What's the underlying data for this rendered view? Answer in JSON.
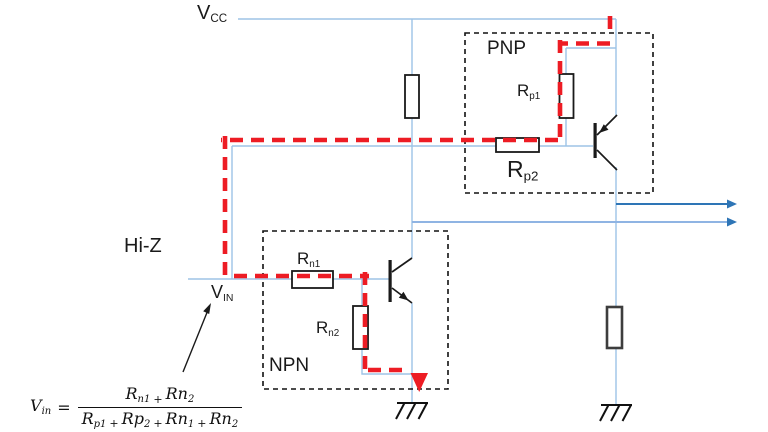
{
  "labels": {
    "vcc": {
      "base": "V",
      "sub": "CC"
    },
    "vin": {
      "base": "V",
      "sub": "IN"
    },
    "hiz": "Hi-Z",
    "pnp_region": "PNP",
    "npn_region": "NPN",
    "rp1": {
      "base": "R",
      "sub": "p1"
    },
    "rp2": {
      "base": "R",
      "sub": "p2"
    },
    "rn1": {
      "base": "R",
      "sub": "n1"
    },
    "rn2": {
      "base": "R",
      "sub": "n2"
    }
  },
  "formula": {
    "lhs_base": "V",
    "lhs_sub": "in",
    "eq": "=",
    "num": [
      {
        "b": "R",
        "s": "n1"
      },
      {
        "plus": "+"
      },
      {
        "b": "Rn",
        "s": "2"
      }
    ],
    "den": [
      {
        "b": "R",
        "s": "p1"
      },
      {
        "plus": "+"
      },
      {
        "b": "Rp",
        "s": "2"
      },
      {
        "plus": "+"
      },
      {
        "b": "Rn",
        "s": "1"
      },
      {
        "plus": "+"
      },
      {
        "b": "Rn",
        "s": "2"
      }
    ]
  },
  "colors": {
    "wire": "#9DC3E6",
    "arrow_dark": "#2E75B6",
    "arrow2_line": "#8FB4E3",
    "highlight": "#ED1C24",
    "ink": "#1a1a1a"
  }
}
